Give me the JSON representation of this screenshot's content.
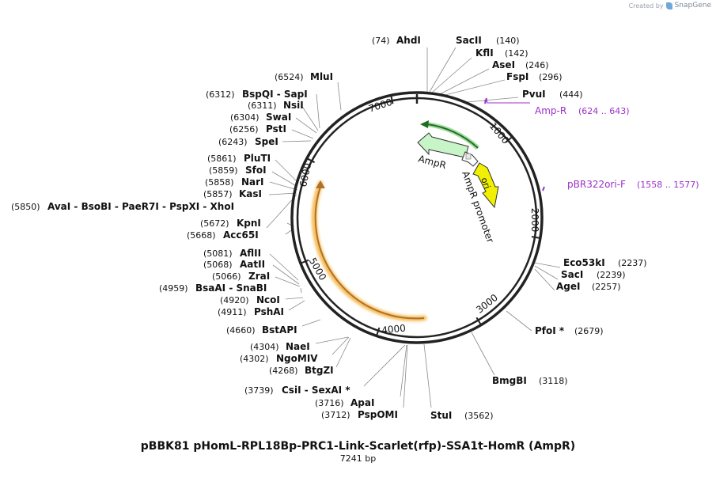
{
  "credit": {
    "created_by": "Created by",
    "app": "SnapGene"
  },
  "plasmid": {
    "name": "pBBK81 pHomL-RPL18Bp-PRC1-Link-Scarlet(rfp)-SSA1t-HomR (AmpR)",
    "size_label": "7241 bp",
    "length": 7241
  },
  "tick_labels": [
    "1000",
    "2000",
    "3000",
    "4000",
    "5000",
    "6000",
    "7000"
  ],
  "colors": {
    "backbone": "#222222",
    "ampr": "#c8f5c8",
    "ori": "#f0f000",
    "promoter": "#ffffff",
    "primer": "#9b30c8",
    "scarlet_glow": "#f5b84a",
    "ampr_glow": "#2a8a2a"
  },
  "features": {
    "ampr": "AmpR",
    "ampr_promoter": "AmpR promoter",
    "ori": "ori"
  },
  "primers": [
    {
      "name": "Amp-R",
      "range": "(624 .. 643)"
    },
    {
      "name": "pBR322ori-F",
      "range": "(1558 .. 1577)"
    }
  ],
  "sites": [
    {
      "label": "AhdI",
      "pos": "(74)"
    },
    {
      "label": "SacII",
      "pos": "(140)"
    },
    {
      "label": "KflI",
      "pos": "(142)"
    },
    {
      "label": "AseI",
      "pos": "(246)"
    },
    {
      "label": "FspI",
      "pos": "(296)"
    },
    {
      "label": "PvuI",
      "pos": "(444)"
    },
    {
      "label": "Eco53kI",
      "pos": "(2237)"
    },
    {
      "label": "SacI",
      "pos": "(2239)"
    },
    {
      "label": "AgeI",
      "pos": "(2257)"
    },
    {
      "label": "PfoI *",
      "pos": "(2679)"
    },
    {
      "label": "BmgBI",
      "pos": "(3118)"
    },
    {
      "label": "StuI",
      "pos": "(3562)"
    },
    {
      "label": "PspOMI",
      "pos": "(3712)"
    },
    {
      "label": "ApaI",
      "pos": "(3716)"
    },
    {
      "label": "CsiI - SexAI *",
      "pos": "(3739)"
    },
    {
      "label": "BtgZI",
      "pos": "(4268)"
    },
    {
      "label": "NgoMIV",
      "pos": "(4302)"
    },
    {
      "label": "NaeI",
      "pos": "(4304)"
    },
    {
      "label": "BstAPI",
      "pos": "(4660)"
    },
    {
      "label": "PshAI",
      "pos": "(4911)"
    },
    {
      "label": "NcoI",
      "pos": "(4920)"
    },
    {
      "label": "BsaAI - SnaBI",
      "pos": "(4959)"
    },
    {
      "label": "ZraI",
      "pos": "(5066)"
    },
    {
      "label": "AatII",
      "pos": "(5068)"
    },
    {
      "label": "AflII",
      "pos": "(5081)"
    },
    {
      "label": "Acc65I",
      "pos": "(5668)"
    },
    {
      "label": "KpnI",
      "pos": "(5672)"
    },
    {
      "label": "AvaI - BsoBI - PaeR7I - PspXI - XhoI",
      "pos": "(5850)"
    },
    {
      "label": "KasI",
      "pos": "(5857)"
    },
    {
      "label": "NarI",
      "pos": "(5858)"
    },
    {
      "label": "SfoI",
      "pos": "(5859)"
    },
    {
      "label": "PluTI",
      "pos": "(5861)"
    },
    {
      "label": "SpeI",
      "pos": "(6243)"
    },
    {
      "label": "PstI",
      "pos": "(6256)"
    },
    {
      "label": "SwaI",
      "pos": "(6304)"
    },
    {
      "label": "NsiI",
      "pos": "(6311)"
    },
    {
      "label": "BspQI - SapI",
      "pos": "(6312)"
    },
    {
      "label": "MluI",
      "pos": "(6524)"
    }
  ]
}
